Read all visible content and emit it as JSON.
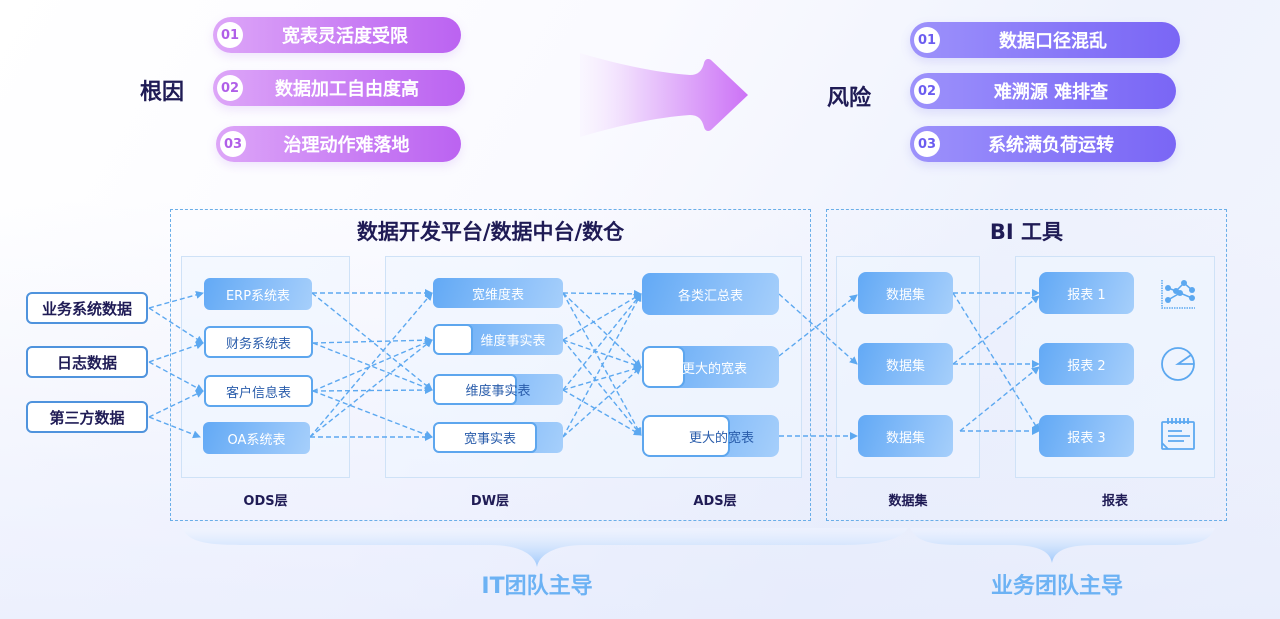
{
  "top": {
    "causes_title": "根因",
    "causes": [
      {
        "num": "01",
        "text": "宽表灵活度受限"
      },
      {
        "num": "02",
        "text": "数据加工自由度高"
      },
      {
        "num": "03",
        "text": "治理动作难落地"
      }
    ],
    "risks_title": "风险",
    "risks": [
      {
        "num": "01",
        "text": "数据口径混乱"
      },
      {
        "num": "02",
        "text": "难溯源 难排查"
      },
      {
        "num": "03",
        "text": "系统满负荷运转"
      }
    ],
    "arrow_icon": "right-arrow-icon"
  },
  "sources": [
    "业务系统数据",
    "日志数据",
    "第三方数据"
  ],
  "platform": {
    "title": "数据开发平台/数据中台/数仓",
    "ods": {
      "label": "ODS层",
      "nodes": [
        "ERP系统表",
        "财务系统表",
        "客户信息表",
        "OA系统表"
      ]
    },
    "dw": {
      "label": "DW层",
      "nodes": [
        "宽维度表",
        "维度事实表",
        "维度事实表",
        "宽事实表"
      ]
    },
    "ads": {
      "label": "ADS层",
      "nodes": [
        "各类汇总表",
        "更大的宽表",
        "更大的宽表"
      ]
    }
  },
  "bi": {
    "title": "BI 工具",
    "datasets": {
      "label": "数据集",
      "nodes": [
        "数据集",
        "数据集",
        "数据集"
      ]
    },
    "reports": {
      "label": "报表",
      "nodes": [
        "报表 1",
        "报表 2",
        "报表 3"
      ],
      "icons": [
        "line-chart-icon",
        "pie-chart-icon",
        "notepad-icon"
      ]
    }
  },
  "footer": {
    "it_lead": "IT团队主导",
    "biz_lead": "业务团队主导"
  },
  "colors": {
    "cause_pill": "#c87cf4",
    "risk_pill": "#8676f8",
    "node_blue": "#62a9f5",
    "dash_blue": "#6aaee8",
    "title_navy": "#1f1b55",
    "lead_label": "#6cb2f4"
  }
}
